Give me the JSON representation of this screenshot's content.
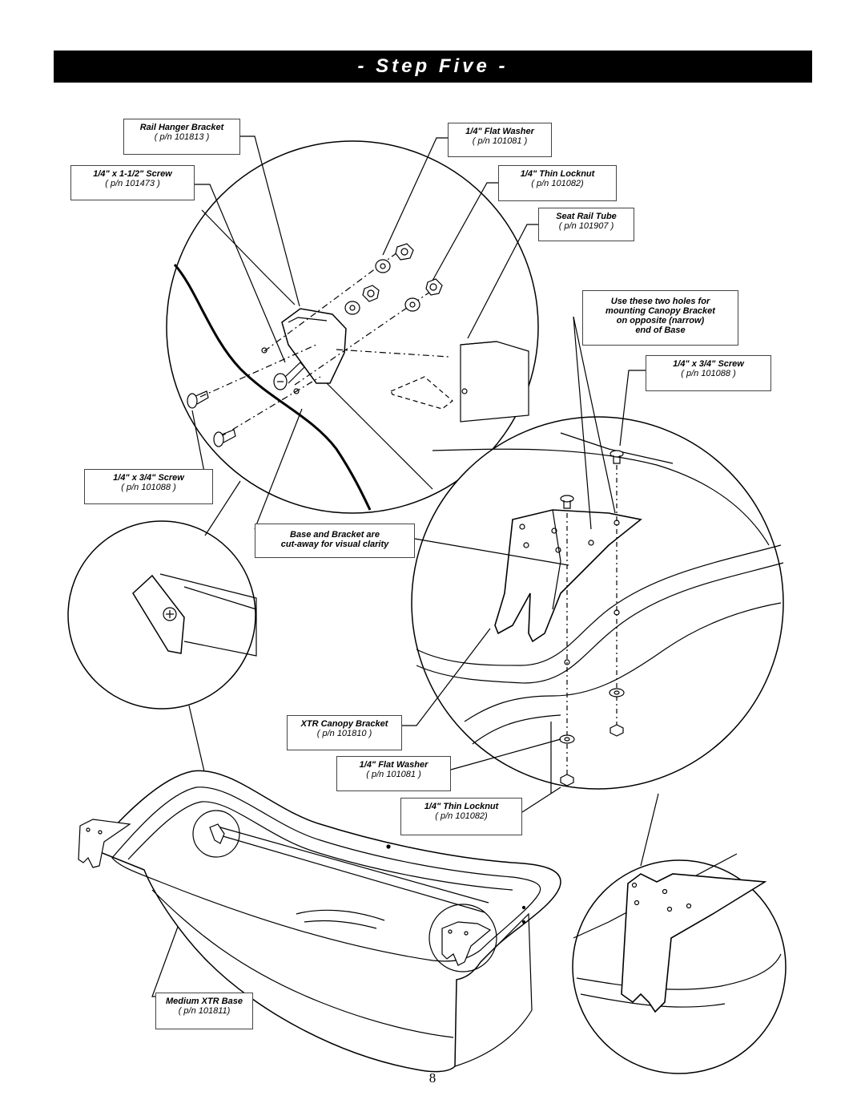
{
  "header": {
    "title": "- Step Five -"
  },
  "labels": {
    "rail_hanger_bracket": {
      "title": "Rail Hanger Bracket",
      "part": "( p/n 101813 )"
    },
    "flat_washer_top": {
      "title": "1/4\" Flat Washer",
      "part": "( p/n 101081 )"
    },
    "screw_1_5": {
      "title": "1/4\" x 1-1/2\" Screw",
      "part": "( p/n 101473 )"
    },
    "thin_locknut_top": {
      "title": "1/4\" Thin Locknut",
      "part": "( p/n 101082)"
    },
    "seat_rail_tube": {
      "title": "Seat Rail Tube",
      "part": "( p/n 101907 )"
    },
    "holes_note": {
      "line1": "Use these two holes for",
      "line2": "mounting Canopy Bracket",
      "line3": "on opposite (narrow)",
      "line4": "end of Base"
    },
    "screw_34_right": {
      "title": "1/4\" x 3/4\" Screw",
      "part": "( p/n 101088 )"
    },
    "screw_34_left": {
      "title": "1/4\" x 3/4\" Screw",
      "part": "( p/n 101088 )"
    },
    "cutaway_note": {
      "line1": "Base and Bracket are",
      "line2": "cut-away for visual clarity"
    },
    "canopy_bracket": {
      "title": "XTR Canopy Bracket",
      "part": "( p/n 101810 )"
    },
    "flat_washer_bottom": {
      "title": "1/4\" Flat Washer",
      "part": "( p/n 101081 )"
    },
    "thin_locknut_bottom": {
      "title": "1/4\" Thin Locknut",
      "part": "( p/n 101082)"
    },
    "base": {
      "title": "Medium XTR Base",
      "part": "( p/n 101811)"
    }
  },
  "footer": {
    "page_number": "8"
  }
}
